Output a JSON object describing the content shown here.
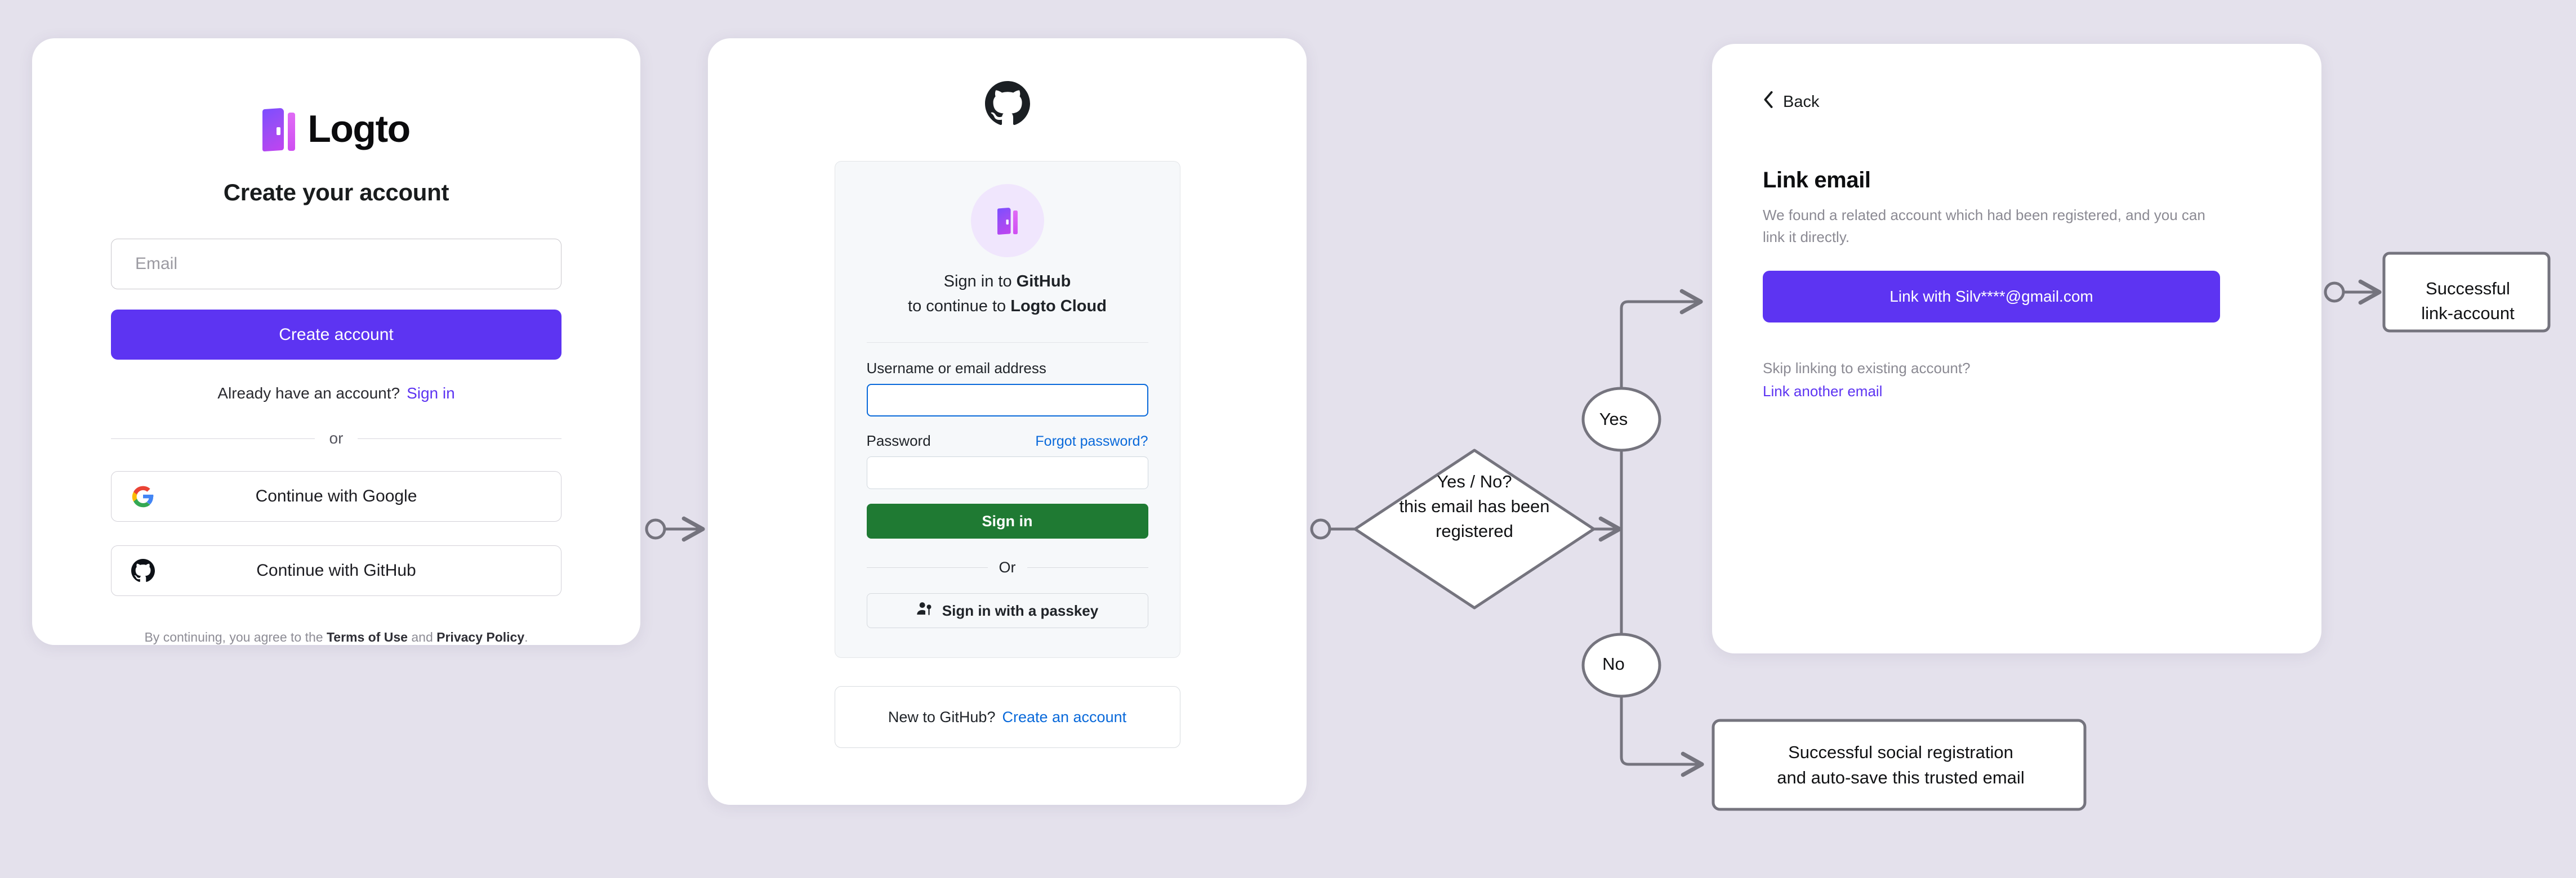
{
  "theme": {
    "background": "#e4e1ec",
    "card_background": "#ffffff",
    "brand_purple": "#5d34f2",
    "github_green": "#1f7a33",
    "github_blue": "#0969da",
    "flow_stroke": "#75747e"
  },
  "logto_card": {
    "logo_wordmark": "Logto",
    "title": "Create your account",
    "email_placeholder": "Email",
    "create_account_button": "Create account",
    "already_have_account": "Already have an account?",
    "sign_in_link": "Sign in",
    "divider": "or",
    "social_buttons": [
      {
        "label": "Continue with Google",
        "icon": "google-icon"
      },
      {
        "label": "Continue with GitHub",
        "icon": "github-icon"
      }
    ],
    "terms_prefix": "By continuing, you agree to the ",
    "terms_of_use": "Terms of Use",
    "terms_middle": " and ",
    "privacy_policy": "Privacy Policy",
    "terms_suffix": "."
  },
  "github_card": {
    "brand_icon": "github-icon",
    "signin_line1_prefix": "Sign in to ",
    "signin_line1_strong": "GitHub",
    "signin_line2_prefix": "to continue to ",
    "signin_line2_strong": "Logto Cloud",
    "username_label": "Username or email address",
    "username_value": "",
    "password_label": "Password",
    "password_value": "",
    "forgot_password": "Forgot password?",
    "sign_in_button": "Sign in",
    "divider": "Or",
    "passkey_button": "Sign in with a passkey",
    "passkey_icon": "passkey-person-key-icon",
    "new_to_github": "New to GitHub?",
    "create_account_link": "Create an account"
  },
  "link_card": {
    "back_label": "Back",
    "back_icon": "chevron-left-icon",
    "title": "Link email",
    "description": "We found a related account which had been registered, and you can link it directly.",
    "link_button": "Link with Silv****@gmail.com",
    "skip_label": "Skip linking to existing account?",
    "another_email_link": "Link another email"
  },
  "flow": {
    "decision_line1": "Yes / No?",
    "decision_line2": "this email has been",
    "decision_line3": "registered",
    "yes_label": "Yes",
    "no_label": "No",
    "success_link_line1": "Successful",
    "success_link_line2": "link-account",
    "success_social_line1": "Successful social registration",
    "success_social_line2": "and auto-save this trusted email"
  }
}
